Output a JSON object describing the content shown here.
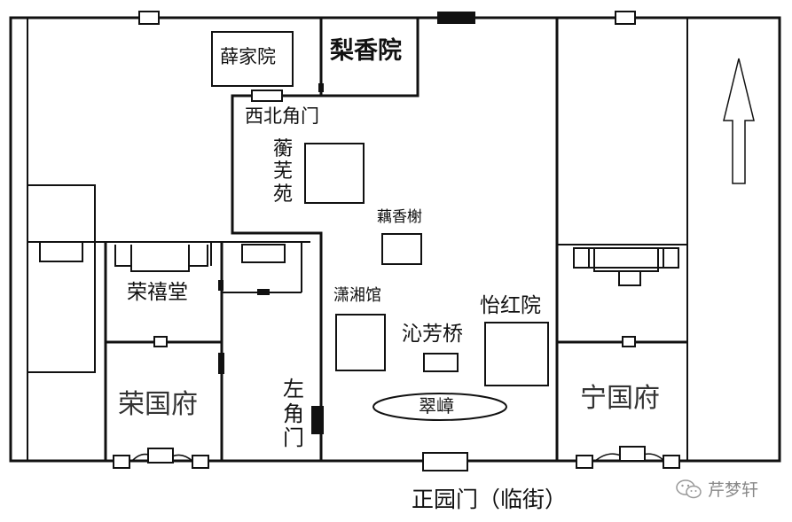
{
  "map": {
    "places": {
      "xue_yard": "薛家院",
      "lixiang_yard": "梨香院",
      "northwest_gate": "西北角门",
      "hengwu_garden": "蘅芜苑",
      "ouxiang_pavilion": "藕香榭",
      "rongxi_hall": "荣禧堂",
      "xiaoxiang_lodge": "潇湘馆",
      "yihong_court": "怡红院",
      "qinfang_bridge": "沁芳桥",
      "cuizhang": "翠嶂",
      "rong_mansion": "荣国府",
      "left_gate": "左角门",
      "ning_mansion": "宁国府",
      "main_gate": "正园门（临街）"
    },
    "icons": {
      "direction": "north-arrow-icon",
      "watermark": "wechat-icon"
    }
  },
  "watermark": {
    "text": "芹梦轩"
  },
  "colors": {
    "line": "#111111",
    "background": "#ffffff",
    "watermark": "#888888"
  }
}
